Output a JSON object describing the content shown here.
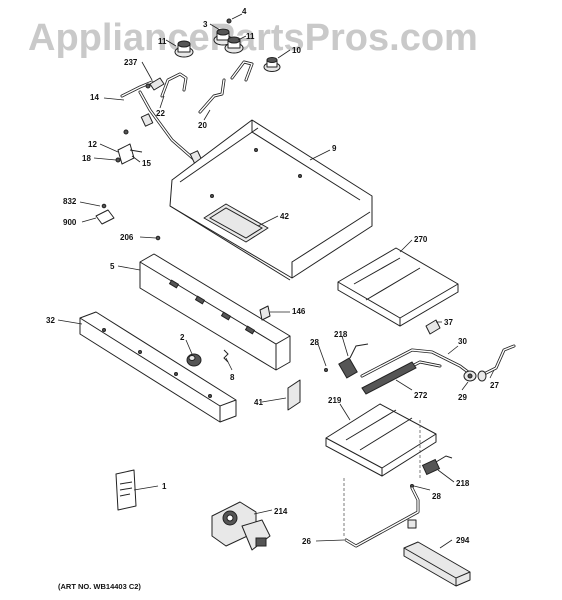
{
  "watermark": "AppliancePartsPros.com",
  "art_number": "(ART NO. WB14403 C2)",
  "callouts": {
    "c4": "4",
    "c3": "3",
    "c11a": "11",
    "c11b": "11",
    "c10": "10",
    "c237": "237",
    "c22": "22",
    "c20": "20",
    "c14": "14",
    "c9": "9",
    "c12": "12",
    "c18": "18",
    "c15": "15",
    "c832": "832",
    "c900": "900",
    "c42": "42",
    "c206": "206",
    "c270": "270",
    "c5": "5",
    "c146": "146",
    "c32": "32",
    "c37": "37",
    "c218a": "218",
    "c28a": "28",
    "c30": "30",
    "c2": "2",
    "c8": "8",
    "c272": "272",
    "c29": "29",
    "c27": "27",
    "c41": "41",
    "c219": "219",
    "c218b": "218",
    "c28b": "28",
    "c1": "1",
    "c214": "214",
    "c26": "26",
    "c294": "294"
  }
}
